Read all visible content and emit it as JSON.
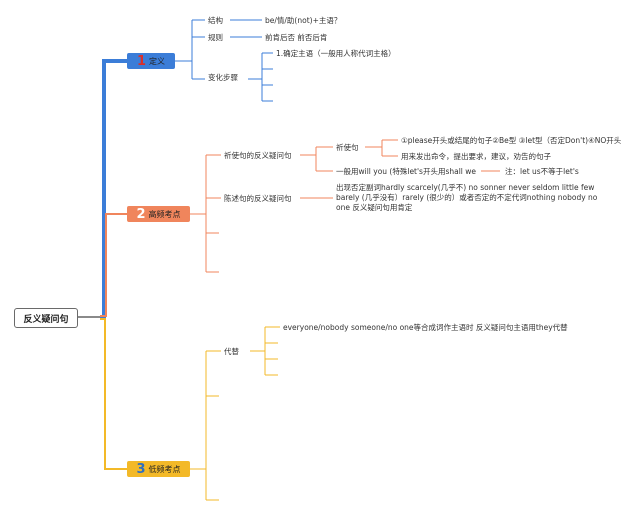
{
  "root": "反义疑问句",
  "categories": [
    {
      "num": "1",
      "label": "定义",
      "color": "#3b7dd8",
      "numColor": "#d9302c"
    },
    {
      "num": "2",
      "label": "高频考点",
      "color": "#f0855c",
      "numColor": "#ffffff"
    },
    {
      "num": "3",
      "label": "低频考点",
      "color": "#f3b928",
      "numColor": "#2f6fbf"
    }
  ],
  "def": {
    "structure": "结构",
    "structure_value": "be/情/助(not)+主语？",
    "rule": "规则",
    "rule_value": "前肯后否 前否后肯",
    "steps": "变化步骤",
    "step1": "1.确定主语（一般用人称代词主格）"
  },
  "high": {
    "imperative": "祈使句的反义疑问句",
    "imperative_sub": "祈使句",
    "imperative_detail1": "①please开头或结尾的句子②Be型 ③let型（否定Don't)④NO开头",
    "imperative_detail2": "用来发出命令，提出要求，建议，劝告的句子",
    "general": "一般用will you (特殊let's开头用shall we",
    "note": "注：let us不等于let's",
    "statement": "陈述句的反义疑问句",
    "statement_detail": "出现否定副词hardly scarcely(几乎不)   no sonner never seldom little few barely (几乎没有）rarely (很少的）或者否定的不定代词nothing nobody no one 反义疑问句用肯定"
  },
  "low": {
    "pronoun": "代替",
    "pronoun_detail": "everyone/nobody someone/no one等合成词作主语时 反义疑问句主语用they代替"
  }
}
